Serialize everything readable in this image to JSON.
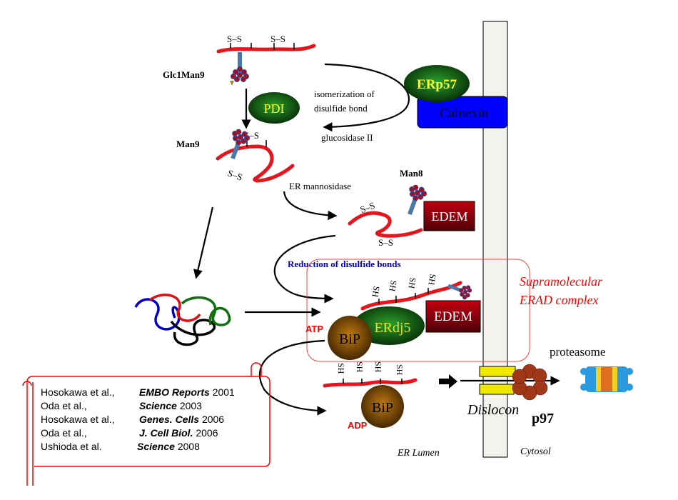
{
  "labels": {
    "glc1man9": "Glc1Man9",
    "man9": "Man9",
    "man8": "Man8",
    "pdi": "PDI",
    "erp57": "ERp57",
    "calnexin": "Calnexin",
    "isomerization_line1": "isomerization of",
    "isomerization_line2": "disulfide bond",
    "glucosidase": "glucosidase II",
    "er_mannosidase": "ER mannosidase",
    "edem": "EDEM",
    "reduction": "Reduction of disulfide bonds",
    "erdj5": "ERdj5",
    "bip": "BiP",
    "atp": "ATP",
    "adp": "ADP",
    "supramolecular_line1": "Supramolecular",
    "supramolecular_line2": "ERAD complex",
    "dislocon": "Dislocon",
    "p97": "p97",
    "proteasome": "proteasome",
    "er_lumen": "ER Lumen",
    "cytosol": "Cytosol",
    "ss": "S–S",
    "sh": "SH"
  },
  "references": [
    {
      "authors": "Hosokawa et al.,",
      "journal": "EMBO Reports",
      "year": "2001"
    },
    {
      "authors": "Oda et al.,",
      "journal": "Science",
      "year": "2003"
    },
    {
      "authors": "Hosokawa et al.,",
      "journal": "Genes. Cells",
      "year": "2006"
    },
    {
      "authors": "Oda et al.,",
      "journal": "J. Cell Biol.",
      "year": "2006"
    },
    {
      "authors": "Ushioda et al.",
      "journal": "Science",
      "year": "2008"
    }
  ],
  "colors": {
    "chain": "#e8141c",
    "calnexin": "#0000ff",
    "edem": "#a00010",
    "chaperone_green": "#1a8a1a",
    "bip": "#a0600a",
    "label_red": "#ff0000",
    "reduction_blue": "#0000cc"
  }
}
